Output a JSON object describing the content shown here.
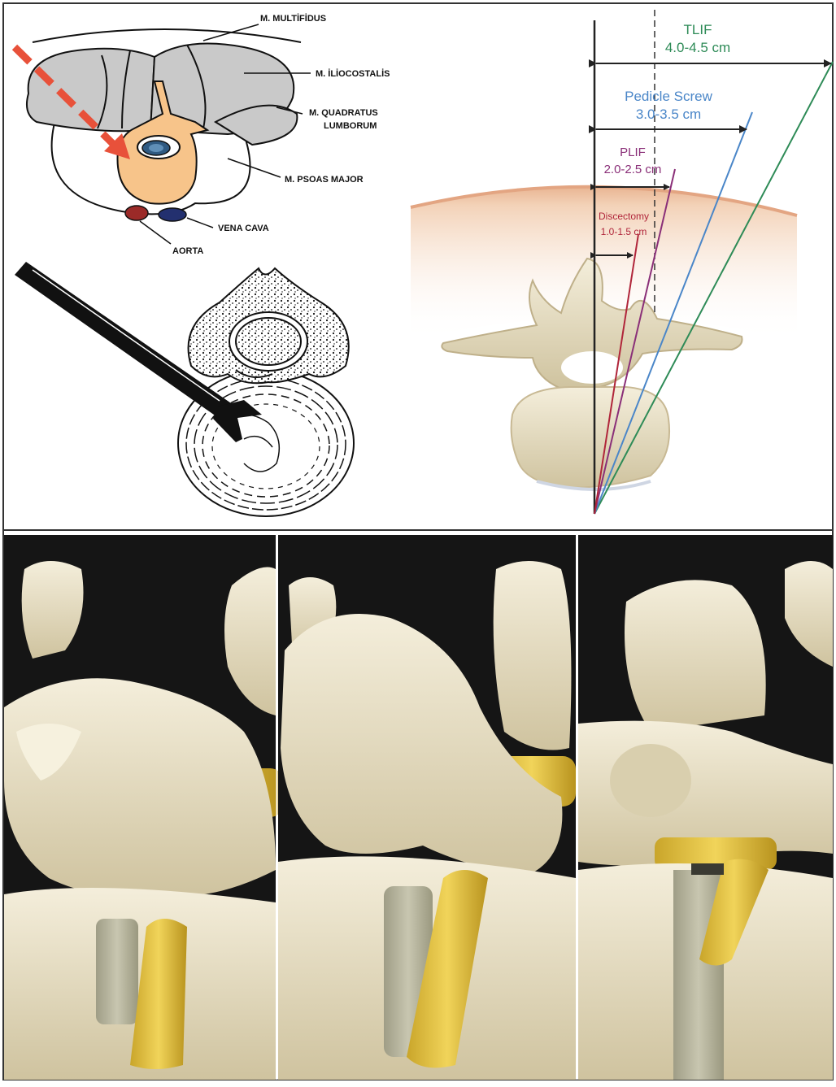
{
  "cross_section": {
    "labels": {
      "multifidus": "M. MULTİFİDUS",
      "iliocostalis": "M. İLİOCOSTALİS",
      "quadratus_line1": "M. QUADRATUS",
      "quadratus_line2": "LUMBORUM",
      "psoas": "M. PSOAS MAJOR",
      "vena_cava": "VENA CAVA",
      "aorta": "AORTA"
    },
    "colors": {
      "muscle": "#c9c9c9",
      "vertebra": "#f7c48a",
      "arrow": "#e8513a",
      "aorta": "#9b2a28",
      "vena_cava": "#23306f"
    }
  },
  "trajectory_diagram": {
    "tlif_label": "TLIF",
    "tlif_range": "4.0-4.5 cm",
    "pedicle_label": "Pedicle Screw",
    "pedicle_range": "3.0-3.5 cm",
    "plif_label": "PLIF",
    "plif_range": "2.0-2.5 cm",
    "discectomy_label": "Discectomy",
    "discectomy_range": "1.0-1.5 cm",
    "colors": {
      "tlif": "#2e8b57",
      "pedicle": "#4a86c8",
      "plif": "#8a2f78",
      "discectomy": "#b0253a",
      "skin": "#f2cdb0"
    }
  },
  "photos": {
    "colors": {
      "bone": "#e9e0c4",
      "nerve": "#e8c94a",
      "disc": "#b8b6a0",
      "background": "#151515"
    }
  }
}
